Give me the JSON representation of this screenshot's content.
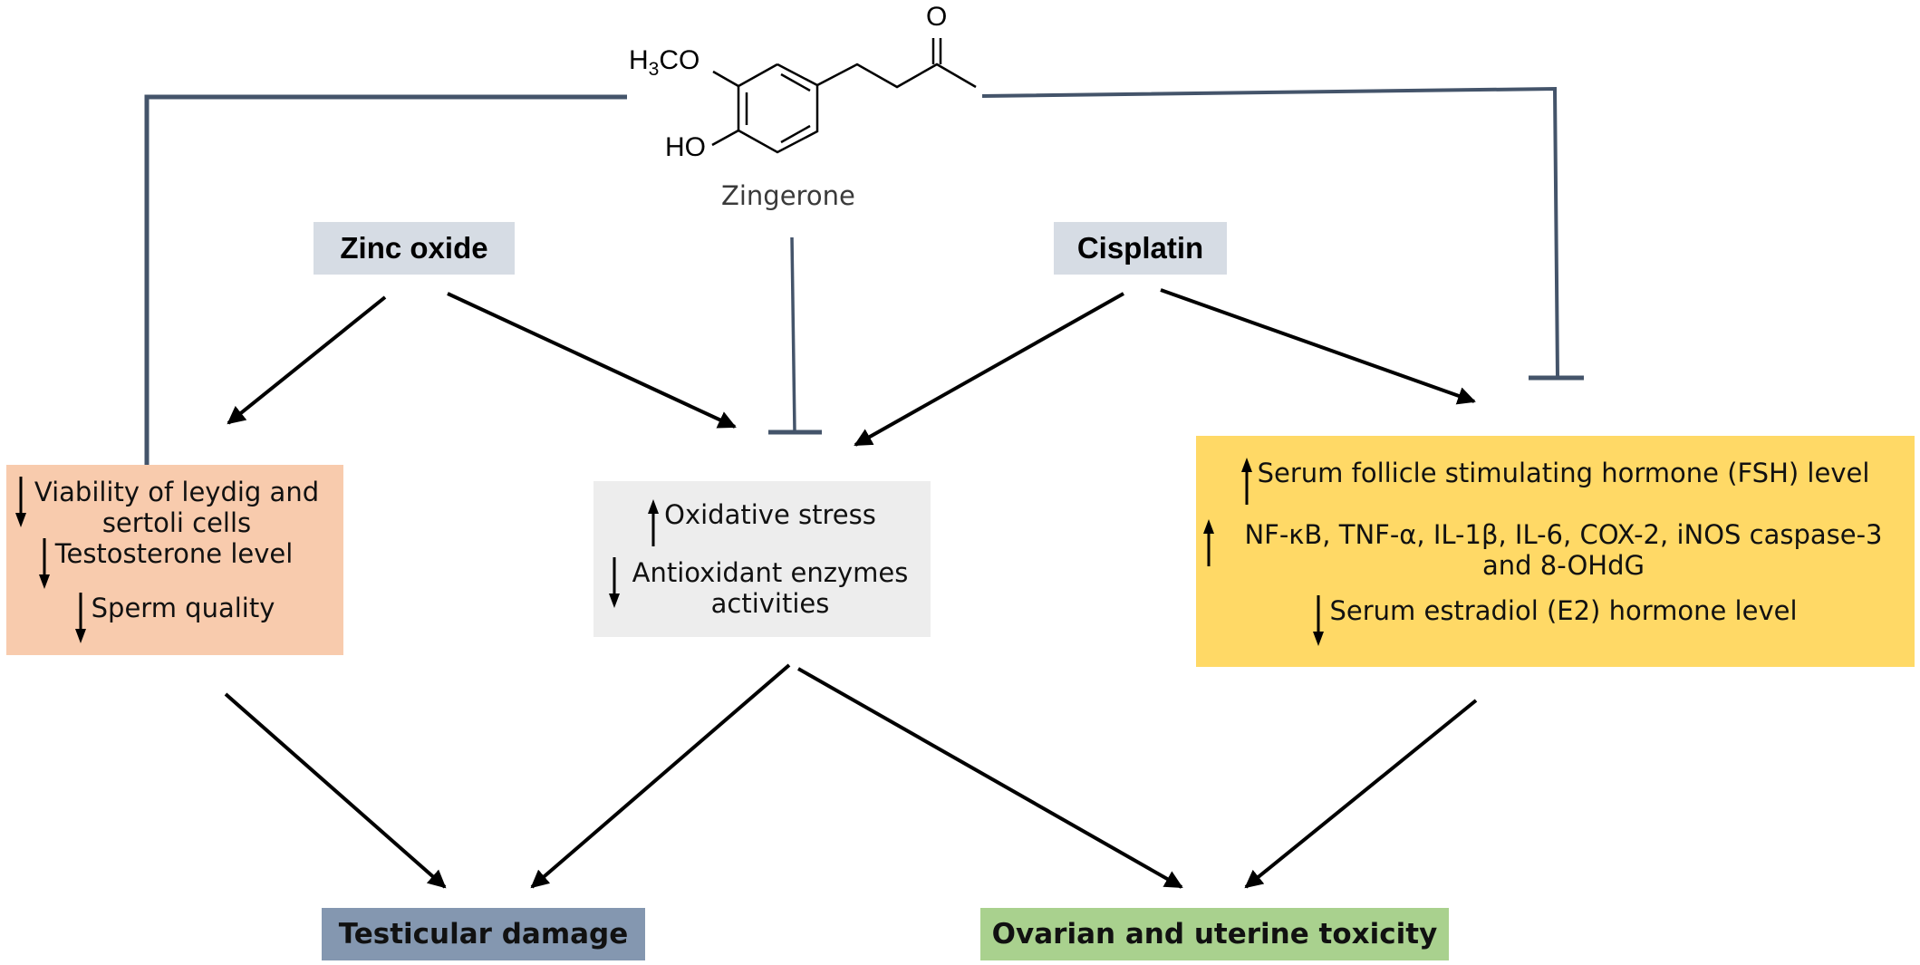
{
  "compound": {
    "name": "Zingerone",
    "substituents": {
      "methoxy_prefix": "H",
      "methoxy_sub": "3",
      "methoxy_suffix": "CO",
      "hydroxyl": "HO",
      "carbonyl_oxygen": "O"
    }
  },
  "agents": [
    {
      "id": "zinc",
      "label": "Zinc oxide"
    },
    {
      "id": "cisplatin",
      "label": "Cisplatin"
    }
  ],
  "effects": {
    "testis": {
      "lines": [
        {
          "direction": "down",
          "text": "Viability of leydig and sertoli cells"
        },
        {
          "direction": "down",
          "text": "Testosterone level"
        },
        {
          "direction": "down",
          "text": "Sperm quality"
        }
      ]
    },
    "oxidative": {
      "lines": [
        {
          "direction": "up",
          "text": "Oxidative stress"
        },
        {
          "direction": "down",
          "text": "Antioxidant enzymes activities"
        }
      ]
    },
    "ovary": {
      "lines": [
        {
          "direction": "up",
          "text": "Serum follicle stimulating hormone (FSH) level"
        },
        {
          "direction": "up",
          "text": "NF-κB, TNF-α, IL-1β, IL-6, COX-2, iNOS caspase-3 and 8-OHdG"
        },
        {
          "direction": "down",
          "text": "Serum estradiol (E2) hormone level"
        }
      ]
    }
  },
  "outcomes": [
    {
      "id": "testicular",
      "label": "Testicular damage"
    },
    {
      "id": "ovarian",
      "label": "Ovarian and uterine toxicity"
    }
  ],
  "colors": {
    "agent_box": "#d6dce4",
    "testis_box": "#f8cbad",
    "oxidative_box": "#ededed",
    "ovary_box": "#ffd966",
    "testicular_box": "#8497b0",
    "ovarian_box": "#a9d18e",
    "inhibition_line": "#44546a",
    "activation_arrow": "#000000"
  }
}
